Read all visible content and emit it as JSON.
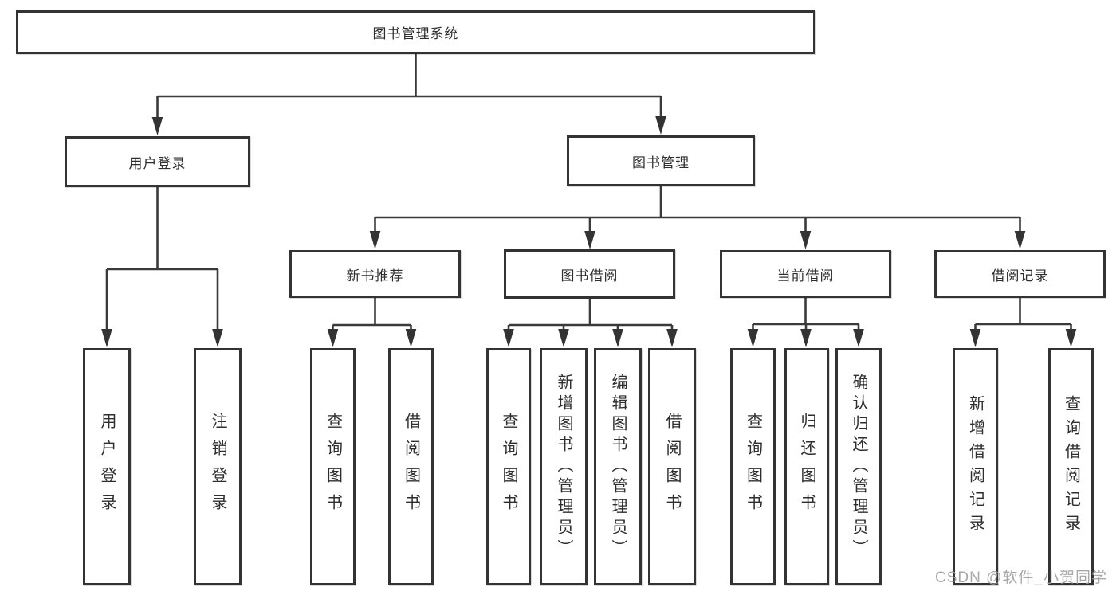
{
  "title": "图书管理系统",
  "watermark": {
    "text": "CSDN @软件_小贺同学"
  },
  "colors": {
    "box_border": "#333333",
    "connector": "#3a3a3a",
    "text": "#2e2e2e",
    "watermark": "#9e9e9e",
    "background": "#ffffff"
  },
  "tree": {
    "label": "图书管理系统",
    "children": [
      {
        "label": "用户登录",
        "children": [
          {
            "label": "用户登录"
          },
          {
            "label": "注销登录"
          }
        ]
      },
      {
        "label": "图书管理",
        "children": [
          {
            "label": "新书推荐",
            "children": [
              {
                "label": "查询图书"
              },
              {
                "label": "借阅图书"
              }
            ]
          },
          {
            "label": "图书借阅",
            "children": [
              {
                "label": "查询图书"
              },
              {
                "label": "新增图书（管理员）"
              },
              {
                "label": "编辑图书（管理员）"
              },
              {
                "label": "借阅图书"
              }
            ]
          },
          {
            "label": "当前借阅",
            "children": [
              {
                "label": "查询图书"
              },
              {
                "label": "归还图书"
              },
              {
                "label": "确认归还（管理员）"
              }
            ]
          },
          {
            "label": "借阅记录",
            "children": [
              {
                "label": "新增借阅记录"
              },
              {
                "label": "查询借阅记录"
              }
            ]
          }
        ]
      }
    ]
  }
}
